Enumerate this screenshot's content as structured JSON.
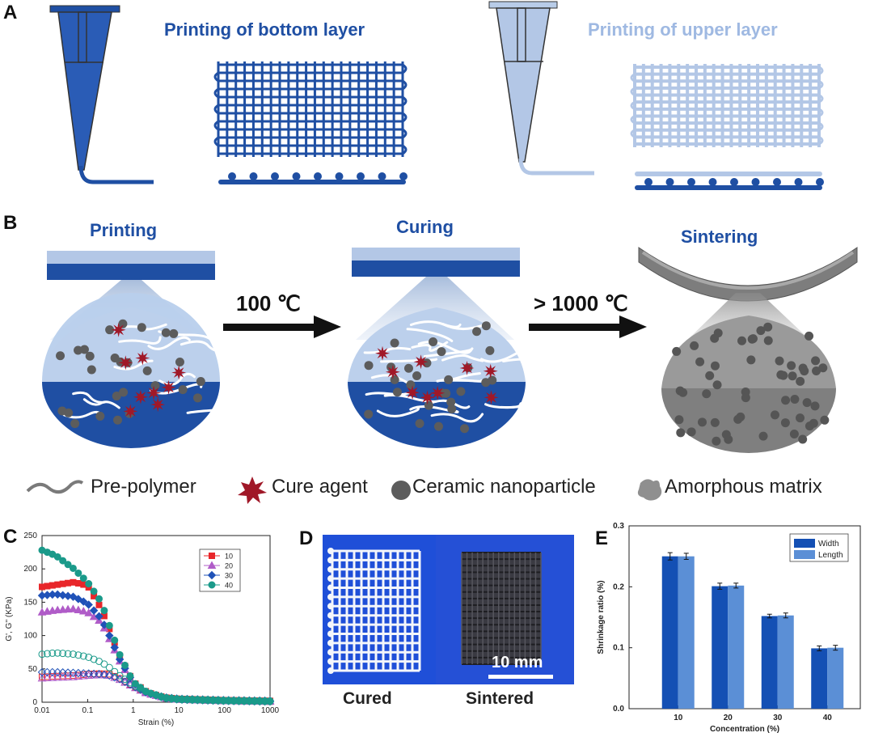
{
  "panels": {
    "a": {
      "letter": "A",
      "bottom_title": "Printing of bottom layer",
      "upper_title": "Printing of upper layer"
    },
    "b": {
      "letter": "B",
      "stage1": "Printing",
      "stage2": "Curing",
      "stage3": "Sintering",
      "arrow1": "100 ℃",
      "arrow2": "> 1000 ℃",
      "legend": [
        "Pre-polymer",
        "Cure agent",
        "Ceramic nanoparticle",
        "Amorphous matrix"
      ]
    },
    "c": {
      "letter": "C"
    },
    "d": {
      "letter": "D",
      "label_left": "Cured",
      "label_right": "Sintered",
      "scale_bar": "10 mm"
    },
    "e": {
      "letter": "E"
    }
  },
  "colors": {
    "dark_blue": "#1f4fa3",
    "light_blue": "#a9c4e8",
    "red": "#a01828",
    "grey": "#5c5c5c"
  },
  "chart_data": [
    {
      "type": "line",
      "xlabel": "Strain (%)",
      "ylabel": "G', G'' (KPa)",
      "xscale": "log",
      "xlim": [
        0.01,
        1000
      ],
      "ylim": [
        0,
        250
      ],
      "xticks": [
        "0.01",
        "0.1",
        "1",
        "10",
        "100",
        "1000"
      ],
      "yticks": [
        "0",
        "50",
        "100",
        "150",
        "200",
        "250"
      ],
      "legend_position": "top-right",
      "legend": [
        "10",
        "20",
        "30",
        "40"
      ],
      "series": [
        {
          "name": "10",
          "color": "#e8262a",
          "marker": "square",
          "x": [
            0.01,
            0.02,
            0.05,
            0.1,
            0.2,
            0.3,
            0.5,
            1,
            2,
            5,
            10,
            100,
            1000
          ],
          "g_storage": [
            173,
            176,
            180,
            175,
            140,
            110,
            70,
            30,
            15,
            6,
            4,
            2,
            1
          ],
          "g_loss": [
            38,
            39,
            40,
            42,
            43,
            42,
            36,
            24,
            14,
            7,
            5,
            3,
            2
          ]
        },
        {
          "name": "20",
          "color": "#b05cc8",
          "marker": "triangle",
          "x": [
            0.01,
            0.02,
            0.05,
            0.1,
            0.2,
            0.3,
            0.5,
            1,
            2,
            5,
            10,
            100,
            1000
          ],
          "g_storage": [
            135,
            138,
            140,
            135,
            120,
            95,
            62,
            28,
            14,
            6,
            4,
            2,
            1
          ],
          "g_loss": [
            36,
            37,
            38,
            40,
            41,
            40,
            34,
            23,
            13,
            7,
            5,
            3,
            2
          ]
        },
        {
          "name": "30",
          "color": "#2052b8",
          "marker": "diamond",
          "x": [
            0.01,
            0.02,
            0.05,
            0.1,
            0.2,
            0.3,
            0.5,
            1,
            2,
            5,
            10,
            100,
            1000
          ],
          "g_storage": [
            160,
            162,
            158,
            148,
            125,
            100,
            65,
            29,
            14,
            6,
            4,
            2,
            1
          ],
          "g_loss": [
            45,
            45,
            44,
            43,
            42,
            40,
            35,
            24,
            14,
            7,
            5,
            3,
            2
          ]
        },
        {
          "name": "40",
          "color": "#1a9a8a",
          "marker": "circle",
          "x": [
            0.01,
            0.02,
            0.05,
            0.1,
            0.2,
            0.3,
            0.5,
            1,
            2,
            5,
            10,
            100,
            1000
          ],
          "g_storage": [
            228,
            220,
            200,
            180,
            150,
            115,
            72,
            30,
            15,
            6,
            4,
            2,
            1
          ],
          "g_loss": [
            72,
            74,
            72,
            68,
            60,
            52,
            40,
            26,
            15,
            7,
            5,
            3,
            2
          ]
        }
      ]
    },
    {
      "type": "bar",
      "xlabel": "Concentration (%)",
      "ylabel": "Shrinkage ratio (%)",
      "categories": [
        "10",
        "20",
        "30",
        "40"
      ],
      "ylim": [
        0.0,
        0.3
      ],
      "yticks": [
        "0.0",
        "0.1",
        "0.2",
        "0.3"
      ],
      "legend_position": "top-right",
      "series": [
        {
          "name": "Width",
          "color": "#1450b4",
          "values": [
            0.25,
            0.201,
            0.152,
            0.099
          ],
          "errors": [
            0.006,
            0.005,
            0.003,
            0.004
          ]
        },
        {
          "name": "Length",
          "color": "#5b8fd6",
          "values": [
            0.25,
            0.202,
            0.153,
            0.1
          ],
          "errors": [
            0.005,
            0.004,
            0.004,
            0.004
          ]
        }
      ]
    }
  ]
}
